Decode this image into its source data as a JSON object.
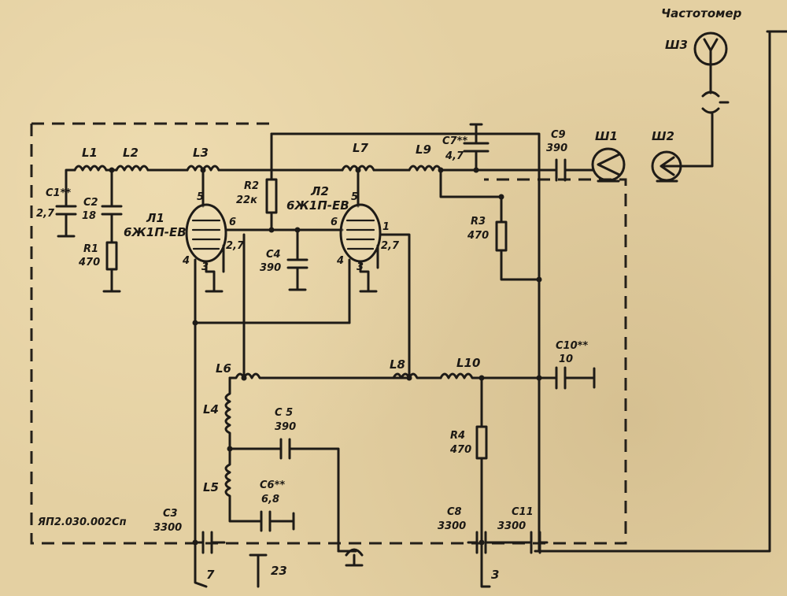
{
  "header": {
    "meter_title": "Частотомер"
  },
  "connectors": {
    "sh1": "Ш1",
    "sh2": "Ш2",
    "sh3": "Ш3"
  },
  "block_code": "ЯП2.030.002Сп",
  "terminals": {
    "t7": "7",
    "t23": "23",
    "t3": "3"
  },
  "inductors": {
    "L1": "L1",
    "L2": "L2",
    "L3": "L3",
    "L4": "L4",
    "L5": "L5",
    "L6": "L6",
    "L7": "L7",
    "L8": "L8",
    "L9": "L9",
    "L10": "L10"
  },
  "capacitors": {
    "C1": {
      "name": "C1**",
      "value": "2,7"
    },
    "C2": {
      "name": "C2",
      "value": "18"
    },
    "C3": {
      "name": "C3",
      "value": "3300"
    },
    "C4": {
      "name": "C4",
      "value": "390"
    },
    "C5": {
      "name": "C 5",
      "value": "390"
    },
    "C6": {
      "name": "C6**",
      "value": "6,8"
    },
    "C7": {
      "name": "C7**",
      "value": "4,7"
    },
    "C8": {
      "name": "C8",
      "value": "3300"
    },
    "C9": {
      "name": "C9",
      "value": "390"
    },
    "C10": {
      "name": "C10**",
      "value": "10"
    },
    "C11": {
      "name": "C11",
      "value": "3300"
    }
  },
  "resistors": {
    "R1": {
      "name": "R1",
      "value": "470"
    },
    "R2": {
      "name": "R2",
      "value": "22к"
    },
    "R3": {
      "name": "R3",
      "value": "470"
    },
    "R4": {
      "name": "R4",
      "value": "470"
    }
  },
  "tubes": {
    "L1": {
      "name": "Л1",
      "type": "6Ж1П-ЕВ",
      "pins": [
        "5",
        "6",
        "2,7",
        "4",
        "3"
      ]
    },
    "L2": {
      "name": "Л2",
      "type": "6Ж1П-ЕВ",
      "pins": [
        "5",
        "6",
        "1",
        "2,7",
        "4",
        "3"
      ]
    }
  }
}
